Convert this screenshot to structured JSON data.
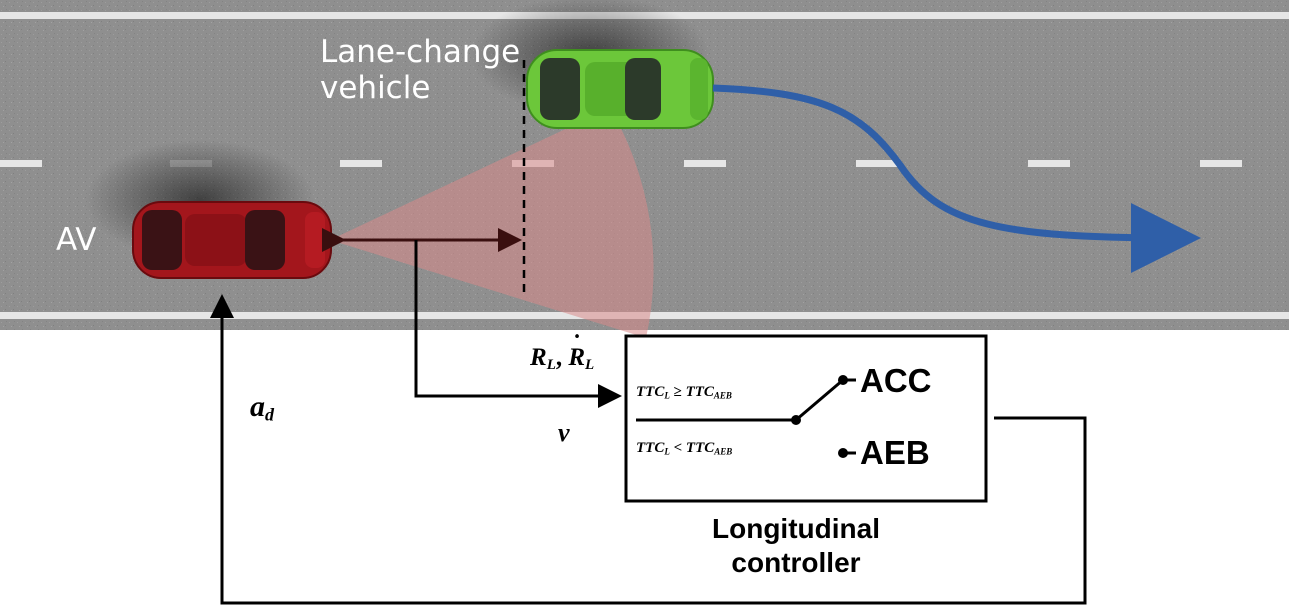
{
  "labels": {
    "lane_change_line1": "Lane-change",
    "lane_change_line2": "vehicle",
    "av": "AV",
    "range_R": "R",
    "range_sub": "L",
    "range_sep": ", ",
    "range_rate_R": "R",
    "range_rate_sub": "L",
    "speed": "v",
    "accel": "a",
    "accel_sub": "d",
    "controller_line1": "Longitudinal",
    "controller_line2": "controller"
  },
  "switch": {
    "cond_upper_ttc": "TTC",
    "cond_upper_ttc_sub": "L",
    "cond_upper_op": " ≥ ",
    "cond_upper_ref": "TTC",
    "cond_upper_ref_sub": "AEB",
    "cond_lower_ttc": "TTC",
    "cond_lower_ttc_sub": "L",
    "cond_lower_op": " < ",
    "cond_lower_ref": "TTC",
    "cond_lower_ref_sub": "AEB",
    "out_upper": "ACC",
    "out_lower": "AEB"
  },
  "colors": {
    "road": "#8e8e8e",
    "lane_marking": "#e6e6e6",
    "av_car": "#a3161c",
    "lane_change_car": "#6cc73a",
    "trajectory": "#2f5fa8",
    "sensor_cone": "#d98a8a",
    "measure_arrow": "#3a0f0f"
  }
}
